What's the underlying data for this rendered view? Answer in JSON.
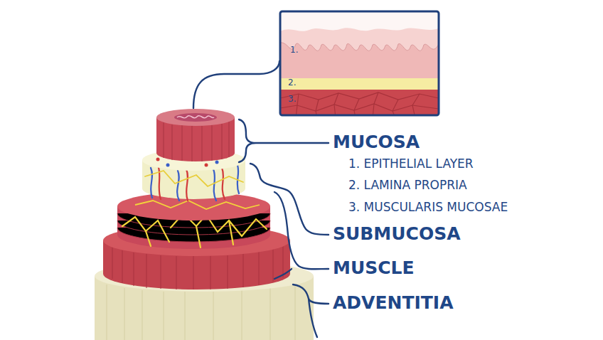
{
  "diagram": {
    "labels": [
      "1.",
      "2.",
      "3.",
      "MUCOSA",
      "1. EPITHELIAL LAYER",
      "2. LAMINA PROPRIA",
      "3. MUSCULARIS MUCOSAE",
      "SUBMUCOSA",
      "MUSCLE",
      "ADVENTITIA"
    ]
  }
}
